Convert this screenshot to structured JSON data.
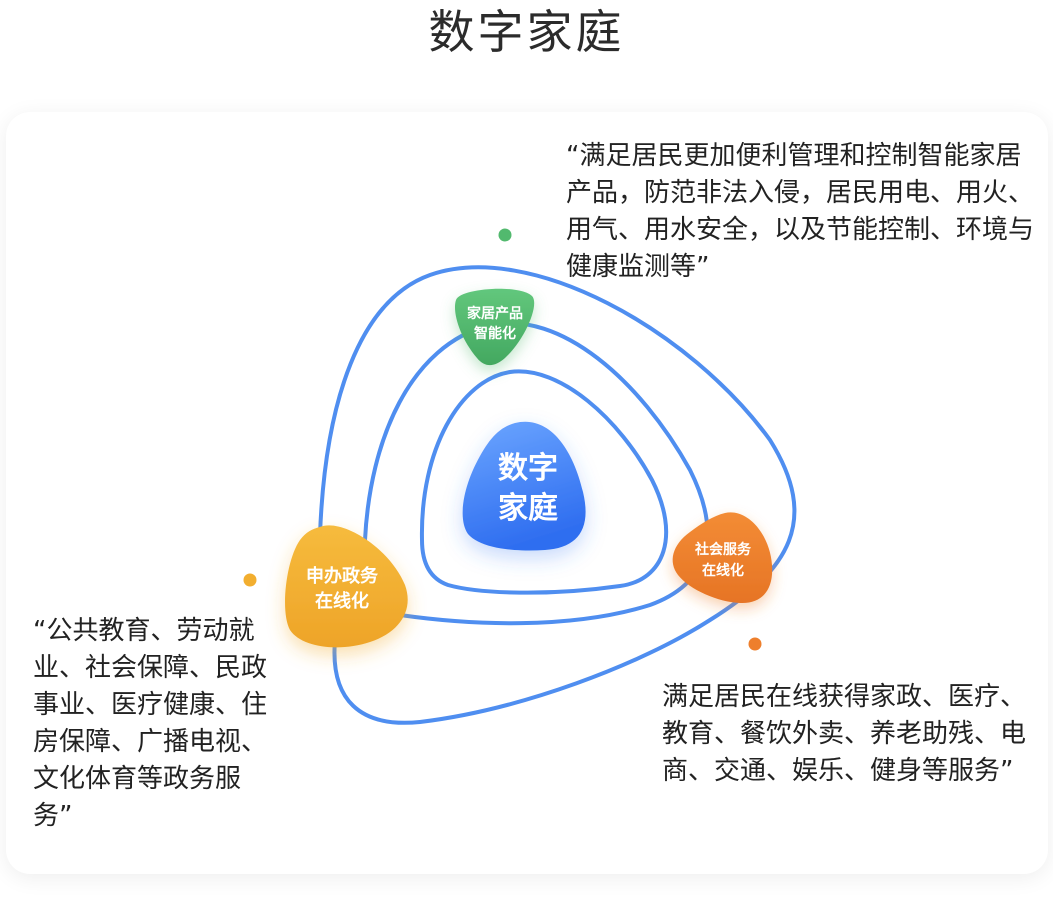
{
  "title": "数字家庭",
  "center": {
    "line1": "数字",
    "line2": "家庭"
  },
  "nodes": {
    "green": {
      "line1": "家居产品",
      "line2": "智能化"
    },
    "yellow": {
      "line1": "申办政务",
      "line2": "在线化"
    },
    "orange": {
      "line1": "社会服务",
      "line2": "在线化"
    }
  },
  "descriptions": {
    "top": "“满足居民更加便利管理和控制智能家居产品，防范非法入侵，居民用电、用火、用气、用水安全，以及节能控制、环境与健康监测等”",
    "left": "“公共教育、劳动就业、社会保障、民政事业、医疗健康、住房保障、广播电视、文化体育等政务服务”",
    "right": "满足居民在线获得家政、医疗、教育、餐饮外卖、养老助残、电商、交通、娱乐、健身等服务”"
  },
  "colors": {
    "curve": "#4f8ef0",
    "green": "#52b96e",
    "yellow": "#f2ae2f",
    "orange": "#ee7f2c",
    "center": "#3f82f4"
  }
}
